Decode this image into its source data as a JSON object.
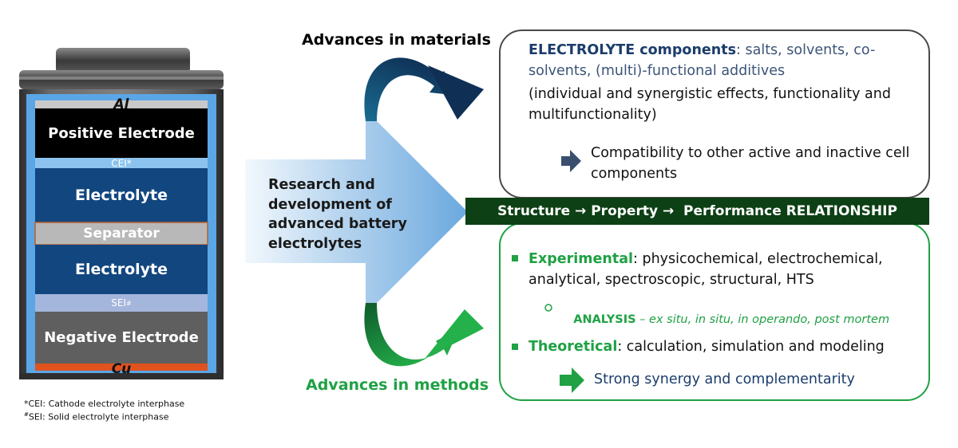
{
  "battery": {
    "top_collector": "Al",
    "bottom_collector": "Cu",
    "layers": {
      "positive": "Positive Electrode",
      "cei": "CEI*",
      "electrolyte_top": "Electrolyte",
      "separator": "Separator",
      "electrolyte_bottom": "Electrolyte",
      "sei": "SEI",
      "sei_mark": "#",
      "negative": "Negative Electrode"
    },
    "footnotes": {
      "cei": "*CEI: Cathode electrolyte interphase",
      "sei_mark": "#",
      "sei": "SEI: Solid electrolyte interphase"
    }
  },
  "center": {
    "arrow_label": "Research and development of advanced battery electrolytes",
    "materials_label": "Advances in materials",
    "methods_label": "Advances in methods"
  },
  "top_box": {
    "heading": "ELECTROLYTE components",
    "heading_rest": ": salts, solvents, co-solvents, (multi)-functional additives",
    "detail": "(individual and synergistic effects, functionality and multifunctionality)",
    "compat": "Compatibility to other active and inactive cell components"
  },
  "banner": {
    "text": "Structure → Property →  Performance RELATIONSHIP"
  },
  "bottom_box": {
    "experimental_label": "Experimental",
    "experimental_rest": ": physicochemical, electrochemical, analytical, spectroscopic, structural, HTS",
    "analysis_label": "ANALYSIS",
    "analysis_rest": " – ex situ, in situ, in operando, post mortem",
    "theoretical_label": "Theoretical",
    "theoretical_rest": ": calculation, simulation and modeling",
    "synergy": "Strong synergy and complementarity"
  },
  "colors": {
    "navy": "#1c3d6b",
    "green": "#1fa144",
    "dark_green": "#0d4015",
    "electrolyte_blue": "#12467f",
    "cell_blue": "#5aa6e6"
  },
  "icons": [
    "arrow-right-navy-icon",
    "arrow-right-green-icon",
    "square-bullet-icon",
    "circle-bullet-icon"
  ]
}
